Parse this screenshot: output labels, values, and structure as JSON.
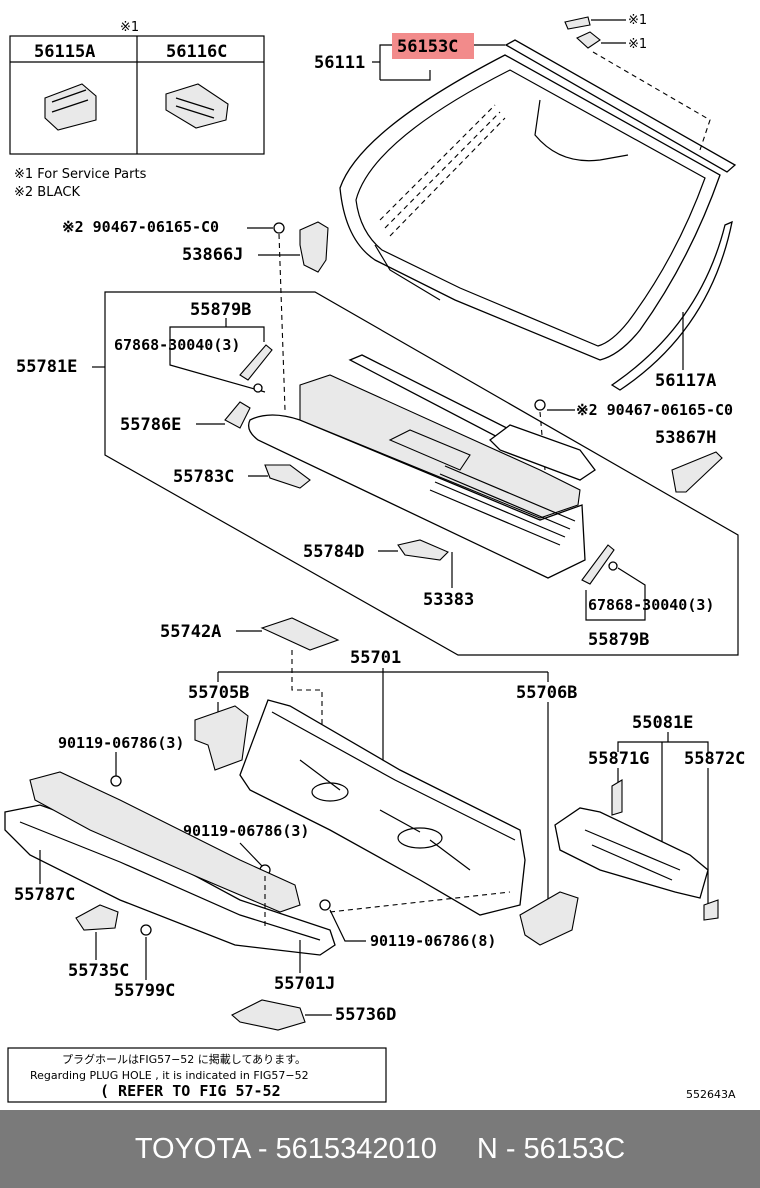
{
  "callouts": {
    "inset_mark": "※1",
    "inset_left": "56115A",
    "inset_right": "56116C",
    "note1": "※1 For Service Parts",
    "note2": "※2 BLACK",
    "p_56153C": "56153C",
    "p_56111": "56111",
    "mark_top1": "※1",
    "mark_top2": "※1",
    "p_90467_left": "※2 90467-06165-C0",
    "p_53866J": "53866J",
    "p_55879B_top": "55879B",
    "p_67868_top": "67868-30040(3)",
    "p_55781E": "55781E",
    "p_56117A": "56117A",
    "p_90467_right": "※2 90467-06165-C0",
    "p_55786E": "55786E",
    "p_53867H": "53867H",
    "p_55783C": "55783C",
    "p_55784D": "55784D",
    "p_53383": "53383",
    "p_67868_bottom": "67868-30040(3)",
    "p_55879B_bottom": "55879B",
    "p_55742A": "55742A",
    "p_55701": "55701",
    "p_55705B": "55705B",
    "p_55706B": "55706B",
    "p_55081E": "55081E",
    "p_90119_a": "90119-06786(3)",
    "p_55871G": "55871G",
    "p_55872C": "55872C",
    "p_90119_b": "90119-06786(3)",
    "p_55787C": "55787C",
    "p_90119_c": "90119-06786(8)",
    "p_55735C": "55735C",
    "p_55799C": "55799C",
    "p_55701J": "55701J",
    "p_55736D": "55736D"
  },
  "reference_box": {
    "line1": "プラグホールはFIG57−52 に掲載してあります。",
    "line2": "Regarding PLUG HOLE , it is indicated in FIG57−52",
    "line3": "( REFER TO FIG 57-52"
  },
  "diagram_code": "552643A",
  "footer": {
    "brand_part": "TOYOTA - 5615342010",
    "short_part": "N - 56153C"
  },
  "colors": {
    "highlight": "#f28b8b",
    "footer_bg": "#7a7a7a"
  }
}
